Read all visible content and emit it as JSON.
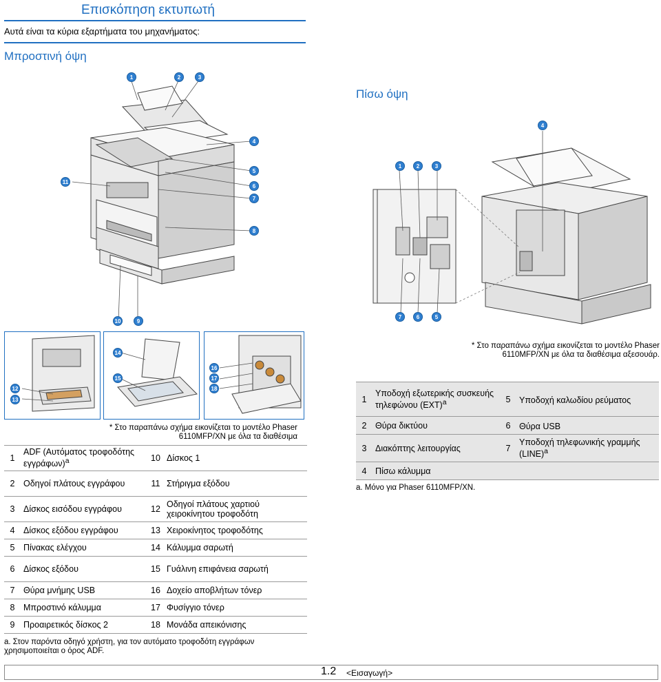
{
  "header": {
    "title": "Επισκόπηση εκτυπωτή",
    "intro": "Αυτά είναι τα κύρια εξαρτήματα του μηχανήματος:"
  },
  "front": {
    "heading": "Μπροστινή όψη",
    "callouts": [
      "1",
      "2",
      "3",
      "4",
      "5",
      "6",
      "7",
      "8",
      "10",
      "9",
      "11"
    ],
    "sub_callouts": [
      "12",
      "13",
      "14",
      "15",
      "16",
      "17",
      "18"
    ]
  },
  "back": {
    "heading": "Πίσω όψη",
    "callouts": [
      "4",
      "1",
      "2",
      "3",
      "7",
      "6",
      "5"
    ],
    "note": "* Στο παραπάνω σχήμα εικονίζεται το μοντέλο Phaser 6110MFP/XN με όλα τα διαθέσιμα αξεσουάρ."
  },
  "front_note": "* Στο παραπάνω σχήμα εικονίζεται το μοντέλο Phaser 6110MFP/XN με όλα τα διαθέσιμα",
  "front_table": {
    "rows": [
      {
        "n1": "1",
        "l1": "ADF (Αυτόματος τροφοδότης εγγράφων)",
        "s1": "a",
        "n2": "10",
        "l2": "Δίσκος 1"
      },
      {
        "n1": "2",
        "l1": "Οδηγοί πλάτους εγγράφου",
        "s1": "",
        "n2": "11",
        "l2": "Στήριγμα εξόδου"
      },
      {
        "n1": "3",
        "l1": "Δίσκος εισόδου εγγράφου",
        "s1": "",
        "n2": "12",
        "l2": "Οδηγοί πλάτους χαρτιού χειροκίνητου τροφοδότη"
      },
      {
        "n1": "4",
        "l1": "Δίσκος εξόδου εγγράφου",
        "s1": "",
        "n2": "13",
        "l2": "Χειροκίνητος τροφοδότης"
      },
      {
        "n1": "5",
        "l1": "Πίνακας ελέγχου",
        "s1": "",
        "n2": "14",
        "l2": "Κάλυμμα σαρωτή"
      },
      {
        "n1": "6",
        "l1": "Δίσκος εξόδου",
        "s1": "",
        "n2": "15",
        "l2": "Γυάλινη επιφάνεια σαρωτή"
      },
      {
        "n1": "7",
        "l1": "Θύρα μνήμης USB",
        "s1": "",
        "n2": "16",
        "l2": "Δοχείο αποβλήτων τόνερ"
      },
      {
        "n1": "8",
        "l1": "Μπροστινό κάλυμμα",
        "s1": "",
        "n2": "17",
        "l2": "Φυσίγγιο τόνερ"
      },
      {
        "n1": "9",
        "l1": "Προαιρετικός δίσκος 2",
        "s1": "",
        "n2": "18",
        "l2": "Μονάδα απεικόνισης"
      }
    ],
    "footnote": "a. Στον παρόντα οδηγό χρήστη, για τον αυτόματο τροφοδότη εγγράφων χρησιμοποιείται ο όρος ADF."
  },
  "back_table": {
    "rows": [
      {
        "n1": "1",
        "l1": "Υποδοχή εξωτερικής συσκευής τηλεφώνου (EXT)",
        "s1": "a",
        "n2": "5",
        "l2": "Υποδοχή καλωδίου ρεύματος",
        "s2": ""
      },
      {
        "n1": "2",
        "l1": "Θύρα δικτύου",
        "s1": "",
        "n2": "6",
        "l2": "Θύρα USB",
        "s2": ""
      },
      {
        "n1": "3",
        "l1": "Διακόπτης λειτουργίας",
        "s1": "",
        "n2": "7",
        "l2": "Υποδοχή τηλεφωνικής γραμμής (LINE)",
        "s2": "a"
      },
      {
        "n1": "4",
        "l1": "Πίσω κάλυμμα",
        "s1": "",
        "n2": "",
        "l2": "",
        "s2": ""
      }
    ],
    "footnote": "a. Μόνο για Phaser 6110MFP/XN."
  },
  "footer": {
    "page": "1.2",
    "chapter": "<Εισαγωγή>"
  },
  "colors": {
    "accent": "#1f6fc1",
    "badge": "#2f7fd0"
  }
}
